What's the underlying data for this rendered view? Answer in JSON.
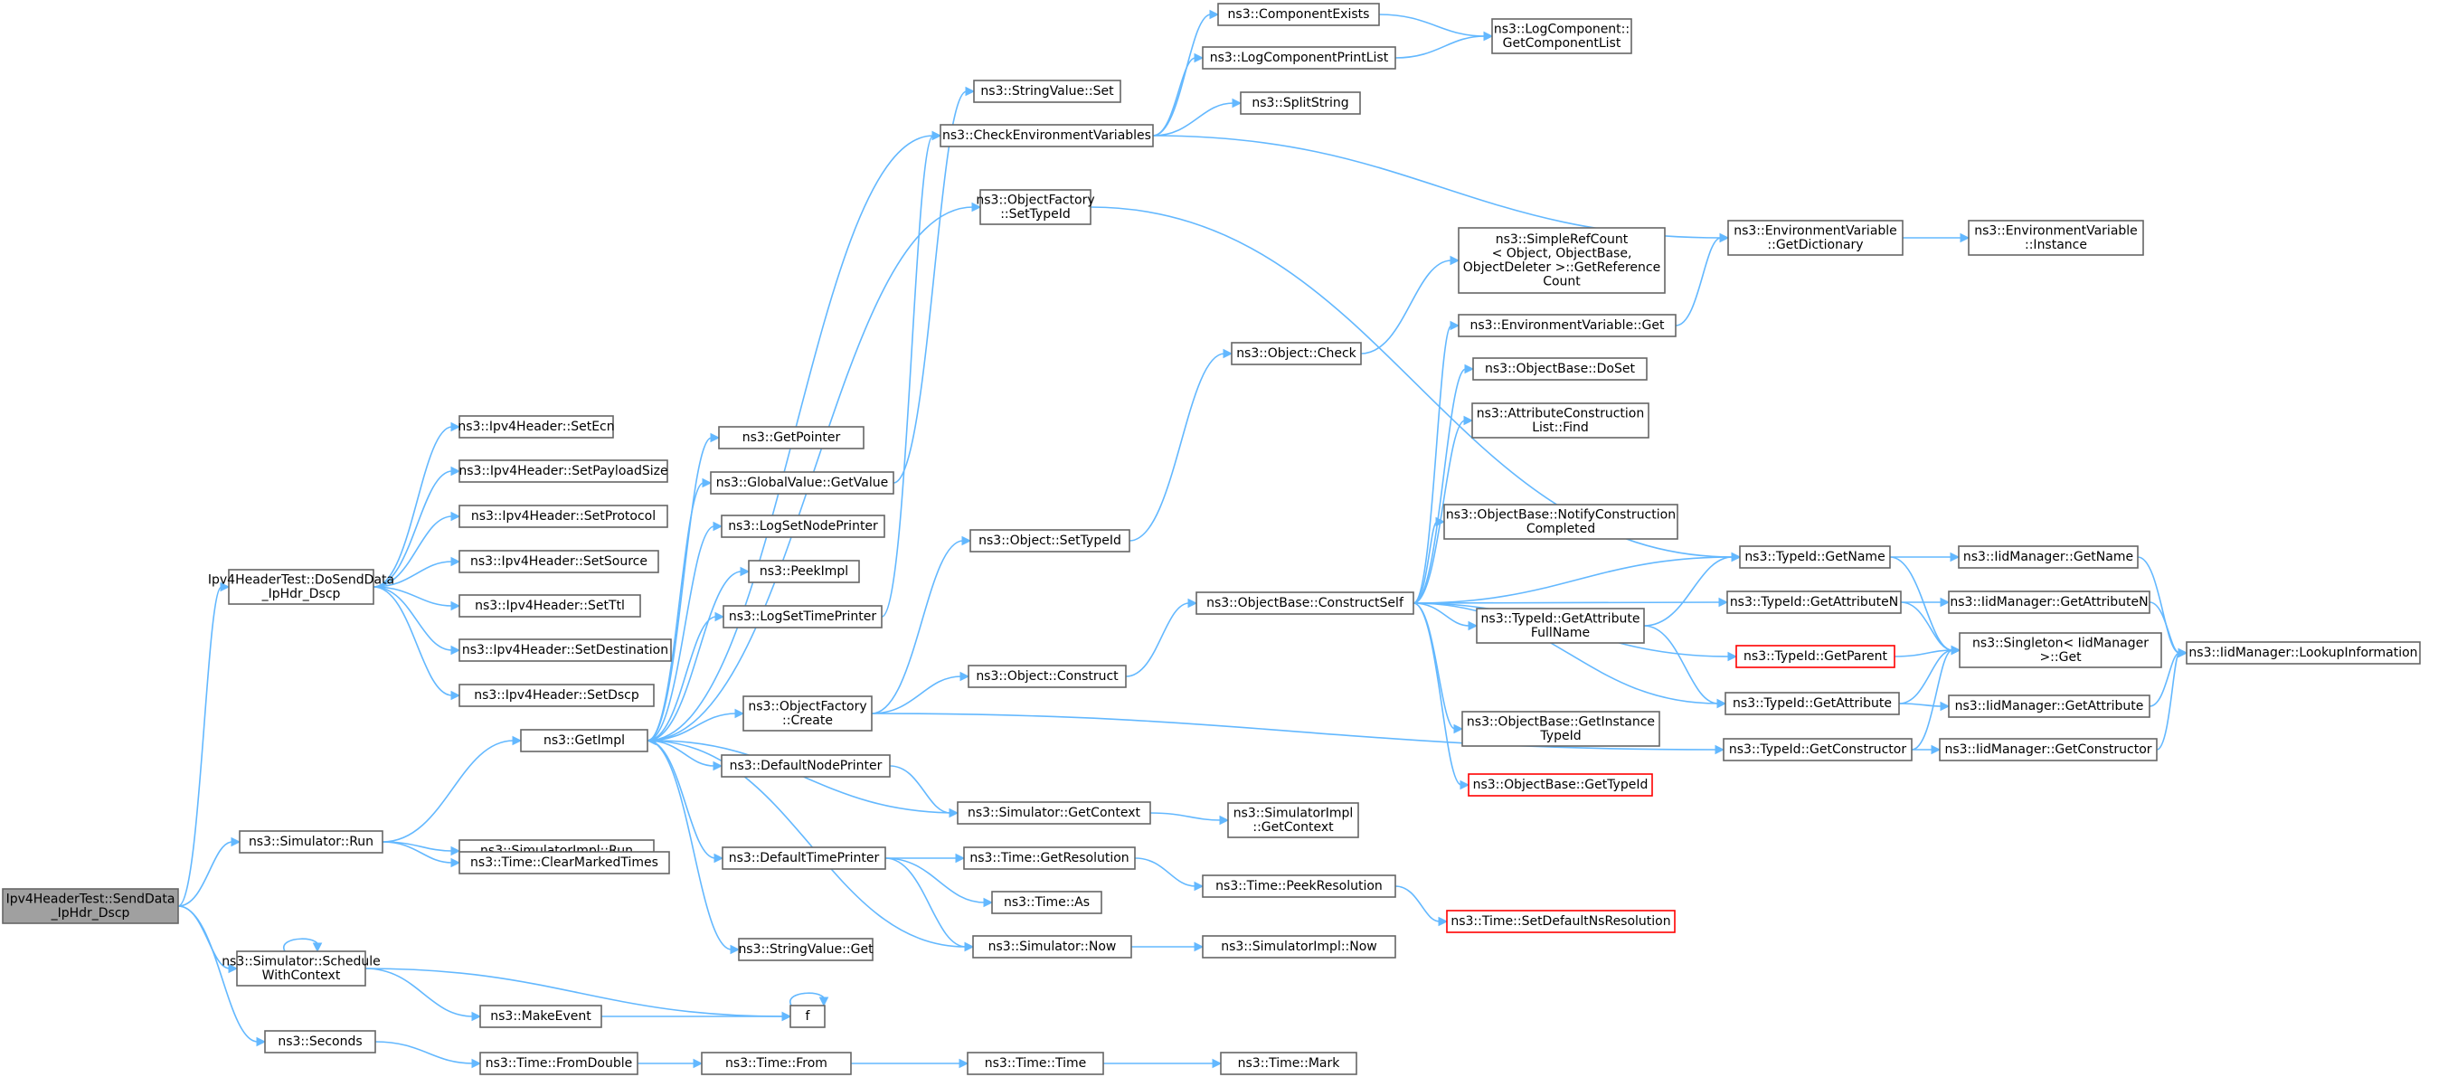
{
  "nodes": [
    {
      "id": "root",
      "lines": [
        "Ipv4HeaderTest::SendData",
        "_IpHdr_Dscp"
      ],
      "style": "root"
    },
    {
      "id": "dosend",
      "lines": [
        "Ipv4HeaderTest::DoSendData",
        "_IpHdr_Dscp"
      ]
    },
    {
      "id": "setecn",
      "lines": [
        "ns3::Ipv4Header::SetEcn"
      ]
    },
    {
      "id": "setpayload",
      "lines": [
        "ns3::Ipv4Header::SetPayloadSize"
      ]
    },
    {
      "id": "setproto",
      "lines": [
        "ns3::Ipv4Header::SetProtocol"
      ]
    },
    {
      "id": "setsource",
      "lines": [
        "ns3::Ipv4Header::SetSource"
      ]
    },
    {
      "id": "setttl",
      "lines": [
        "ns3::Ipv4Header::SetTtl"
      ]
    },
    {
      "id": "setdest",
      "lines": [
        "ns3::Ipv4Header::SetDestination"
      ]
    },
    {
      "id": "setdscp",
      "lines": [
        "ns3::Ipv4Header::SetDscp"
      ]
    },
    {
      "id": "simrun",
      "lines": [
        "ns3::Simulator::Run"
      ]
    },
    {
      "id": "getimpl",
      "lines": [
        "ns3::GetImpl"
      ]
    },
    {
      "id": "simimplrun",
      "lines": [
        "ns3::SimulatorImpl::Run"
      ]
    },
    {
      "id": "clearmarked",
      "lines": [
        "ns3::Time::ClearMarkedTimes"
      ]
    },
    {
      "id": "schedule",
      "lines": [
        "ns3::Simulator::Schedule",
        "WithContext"
      ]
    },
    {
      "id": "makeevent",
      "lines": [
        "ns3::MakeEvent"
      ]
    },
    {
      "id": "f",
      "lines": [
        "f"
      ]
    },
    {
      "id": "seconds",
      "lines": [
        "ns3::Seconds"
      ]
    },
    {
      "id": "fromdouble",
      "lines": [
        "ns3::Time::FromDouble"
      ]
    },
    {
      "id": "from",
      "lines": [
        "ns3::Time::From"
      ]
    },
    {
      "id": "time",
      "lines": [
        "ns3::Time::Time"
      ]
    },
    {
      "id": "mark",
      "lines": [
        "ns3::Time::Mark"
      ]
    },
    {
      "id": "getpointer",
      "lines": [
        "ns3::GetPointer"
      ]
    },
    {
      "id": "globalgetvalue",
      "lines": [
        "ns3::GlobalValue::GetValue"
      ]
    },
    {
      "id": "logsetnode",
      "lines": [
        "ns3::LogSetNodePrinter"
      ]
    },
    {
      "id": "peekimpl",
      "lines": [
        "ns3::PeekImpl"
      ]
    },
    {
      "id": "logsettime",
      "lines": [
        "ns3::LogSetTimePrinter"
      ]
    },
    {
      "id": "ofcreate",
      "lines": [
        "ns3::ObjectFactory",
        "::Create"
      ]
    },
    {
      "id": "defnodeprinter",
      "lines": [
        "ns3::DefaultNodePrinter"
      ]
    },
    {
      "id": "deftimeprinter",
      "lines": [
        "ns3::DefaultTimePrinter"
      ]
    },
    {
      "id": "stringget",
      "lines": [
        "ns3::StringValue::Get"
      ]
    },
    {
      "id": "stringset",
      "lines": [
        "ns3::StringValue::Set"
      ]
    },
    {
      "id": "checkenv",
      "lines": [
        "ns3::CheckEnvironmentVariables"
      ]
    },
    {
      "id": "ofsettypeid",
      "lines": [
        "ns3::ObjectFactory",
        "::SetTypeId"
      ]
    },
    {
      "id": "objsettypeid",
      "lines": [
        "ns3::Object::SetTypeId"
      ]
    },
    {
      "id": "objconstruct",
      "lines": [
        "ns3::Object::Construct"
      ]
    },
    {
      "id": "simgetcontext",
      "lines": [
        "ns3::Simulator::GetContext"
      ]
    },
    {
      "id": "getresolution",
      "lines": [
        "ns3::Time::GetResolution"
      ]
    },
    {
      "id": "timeas",
      "lines": [
        "ns3::Time::As"
      ]
    },
    {
      "id": "simnow",
      "lines": [
        "ns3::Simulator::Now"
      ]
    },
    {
      "id": "compexists",
      "lines": [
        "ns3::ComponentExists"
      ]
    },
    {
      "id": "logcompprint",
      "lines": [
        "ns3::LogComponentPrintList"
      ]
    },
    {
      "id": "splitstring",
      "lines": [
        "ns3::SplitString"
      ]
    },
    {
      "id": "objcheck",
      "lines": [
        "ns3::Object::Check"
      ]
    },
    {
      "id": "constructself",
      "lines": [
        "ns3::ObjectBase::ConstructSelf"
      ]
    },
    {
      "id": "simimplgetcontext",
      "lines": [
        "ns3::SimulatorImpl",
        "::GetContext"
      ]
    },
    {
      "id": "peekresolution",
      "lines": [
        "ns3::Time::PeekResolution"
      ]
    },
    {
      "id": "simimplnow",
      "lines": [
        "ns3::SimulatorImpl::Now"
      ]
    },
    {
      "id": "getcomplist",
      "lines": [
        "ns3::LogComponent::",
        "GetComponentList"
      ]
    },
    {
      "id": "refcount",
      "lines": [
        "ns3::SimpleRefCount",
        "< Object, ObjectBase,",
        "ObjectDeleter >::GetReference",
        "Count"
      ]
    },
    {
      "id": "envget",
      "lines": [
        "ns3::EnvironmentVariable::Get"
      ]
    },
    {
      "id": "doset",
      "lines": [
        "ns3::ObjectBase::DoSet"
      ]
    },
    {
      "id": "attrfind",
      "lines": [
        "ns3::AttributeConstruction",
        "List::Find"
      ]
    },
    {
      "id": "notify",
      "lines": [
        "ns3::ObjectBase::NotifyConstruction",
        "Completed"
      ]
    },
    {
      "id": "getattrfull",
      "lines": [
        "ns3::TypeId::GetAttribute",
        "FullName"
      ]
    },
    {
      "id": "getinstance",
      "lines": [
        "ns3::ObjectBase::GetInstance",
        "TypeId"
      ]
    },
    {
      "id": "obgettypeid",
      "lines": [
        "ns3::ObjectBase::GetTypeId"
      ],
      "style": "red"
    },
    {
      "id": "setdefaultns",
      "lines": [
        "ns3::Time::SetDefaultNsResolution"
      ],
      "style": "red"
    },
    {
      "id": "envgetdict",
      "lines": [
        "ns3::EnvironmentVariable",
        "::GetDictionary"
      ]
    },
    {
      "id": "typeidgetname",
      "lines": [
        "ns3::TypeId::GetName"
      ]
    },
    {
      "id": "typeidgetattrn",
      "lines": [
        "ns3::TypeId::GetAttributeN"
      ]
    },
    {
      "id": "typeidgetparent",
      "lines": [
        "ns3::TypeId::GetParent"
      ],
      "style": "red"
    },
    {
      "id": "typeidgetattr",
      "lines": [
        "ns3::TypeId::GetAttribute"
      ]
    },
    {
      "id": "typeidgetctor",
      "lines": [
        "ns3::TypeId::GetConstructor"
      ]
    },
    {
      "id": "envinstance",
      "lines": [
        "ns3::EnvironmentVariable",
        "::Instance"
      ]
    },
    {
      "id": "iidgetname",
      "lines": [
        "ns3::IidManager::GetName"
      ]
    },
    {
      "id": "iidgetattrn",
      "lines": [
        "ns3::IidManager::GetAttributeN"
      ]
    },
    {
      "id": "singleton",
      "lines": [
        "ns3::Singleton< IidManager",
        " >::Get"
      ]
    },
    {
      "id": "iidgetattr",
      "lines": [
        "ns3::IidManager::GetAttribute"
      ]
    },
    {
      "id": "iidgetctor",
      "lines": [
        "ns3::IidManager::GetConstructor"
      ]
    },
    {
      "id": "lookup",
      "lines": [
        "ns3::IidManager::LookupInformation"
      ]
    }
  ],
  "edges": [
    [
      "root",
      "dosend"
    ],
    [
      "root",
      "simrun"
    ],
    [
      "root",
      "schedule"
    ],
    [
      "root",
      "seconds"
    ],
    [
      "dosend",
      "setecn"
    ],
    [
      "dosend",
      "setpayload"
    ],
    [
      "dosend",
      "setproto"
    ],
    [
      "dosend",
      "setsource"
    ],
    [
      "dosend",
      "setttl"
    ],
    [
      "dosend",
      "setdest"
    ],
    [
      "dosend",
      "setdscp"
    ],
    [
      "simrun",
      "getimpl"
    ],
    [
      "simrun",
      "simimplrun"
    ],
    [
      "simrun",
      "clearmarked"
    ],
    [
      "schedule",
      "schedule"
    ],
    [
      "schedule",
      "f"
    ],
    [
      "schedule",
      "makeevent"
    ],
    [
      "makeevent",
      "f"
    ],
    [
      "f",
      "f"
    ],
    [
      "seconds",
      "fromdouble"
    ],
    [
      "fromdouble",
      "from"
    ],
    [
      "from",
      "time"
    ],
    [
      "time",
      "mark"
    ],
    [
      "getimpl",
      "getpointer"
    ],
    [
      "getimpl",
      "globalgetvalue"
    ],
    [
      "getimpl",
      "logsetnode"
    ],
    [
      "getimpl",
      "peekimpl"
    ],
    [
      "getimpl",
      "logsettime"
    ],
    [
      "getimpl",
      "ofcreate"
    ],
    [
      "getimpl",
      "defnodeprinter"
    ],
    [
      "getimpl",
      "deftimeprinter"
    ],
    [
      "getimpl",
      "stringget"
    ],
    [
      "getimpl",
      "ofsettypeid"
    ],
    [
      "getimpl",
      "checkenv"
    ],
    [
      "getimpl",
      "simnow"
    ],
    [
      "globalgetvalue",
      "stringset"
    ],
    [
      "logsettime",
      "checkenv"
    ],
    [
      "ofcreate",
      "objsettypeid"
    ],
    [
      "ofcreate",
      "objconstruct"
    ],
    [
      "ofcreate",
      "typeidgetctor"
    ],
    [
      "defnodeprinter",
      "simgetcontext"
    ],
    [
      "simgetcontext",
      "getimpl"
    ],
    [
      "simgetcontext",
      "simimplgetcontext"
    ],
    [
      "deftimeprinter",
      "getresolution"
    ],
    [
      "deftimeprinter",
      "timeas"
    ],
    [
      "deftimeprinter",
      "simnow"
    ],
    [
      "simnow",
      "simimplnow"
    ],
    [
      "getresolution",
      "peekresolution"
    ],
    [
      "peekresolution",
      "setdefaultns"
    ],
    [
      "checkenv",
      "compexists"
    ],
    [
      "checkenv",
      "logcompprint"
    ],
    [
      "checkenv",
      "splitstring"
    ],
    [
      "checkenv",
      "envgetdict"
    ],
    [
      "compexists",
      "getcomplist"
    ],
    [
      "logcompprint",
      "getcomplist"
    ],
    [
      "ofsettypeid",
      "typeidgetname"
    ],
    [
      "objsettypeid",
      "objcheck"
    ],
    [
      "objcheck",
      "refcount"
    ],
    [
      "objconstruct",
      "constructself"
    ],
    [
      "constructself",
      "envget"
    ],
    [
      "constructself",
      "doset"
    ],
    [
      "constructself",
      "attrfind"
    ],
    [
      "constructself",
      "notify"
    ],
    [
      "constructself",
      "getattrfull"
    ],
    [
      "constructself",
      "getinstance"
    ],
    [
      "constructself",
      "obgettypeid"
    ],
    [
      "constructself",
      "typeidgetname"
    ],
    [
      "constructself",
      "typeidgetattrn"
    ],
    [
      "constructself",
      "typeidgetparent"
    ],
    [
      "constructself",
      "typeidgetattr"
    ],
    [
      "envget",
      "envgetdict"
    ],
    [
      "envgetdict",
      "envinstance"
    ],
    [
      "getattrfull",
      "typeidgetname"
    ],
    [
      "getattrfull",
      "typeidgetattr"
    ],
    [
      "typeidgetname",
      "iidgetname"
    ],
    [
      "typeidgetname",
      "singleton"
    ],
    [
      "typeidgetattrn",
      "iidgetattrn"
    ],
    [
      "typeidgetattrn",
      "singleton"
    ],
    [
      "typeidgetparent",
      "singleton"
    ],
    [
      "typeidgetattr",
      "iidgetattr"
    ],
    [
      "typeidgetattr",
      "singleton"
    ],
    [
      "typeidgetctor",
      "iidgetctor"
    ],
    [
      "typeidgetctor",
      "singleton"
    ],
    [
      "iidgetname",
      "lookup"
    ],
    [
      "iidgetattrn",
      "lookup"
    ],
    [
      "iidgetattr",
      "lookup"
    ],
    [
      "iidgetctor",
      "lookup"
    ]
  ]
}
